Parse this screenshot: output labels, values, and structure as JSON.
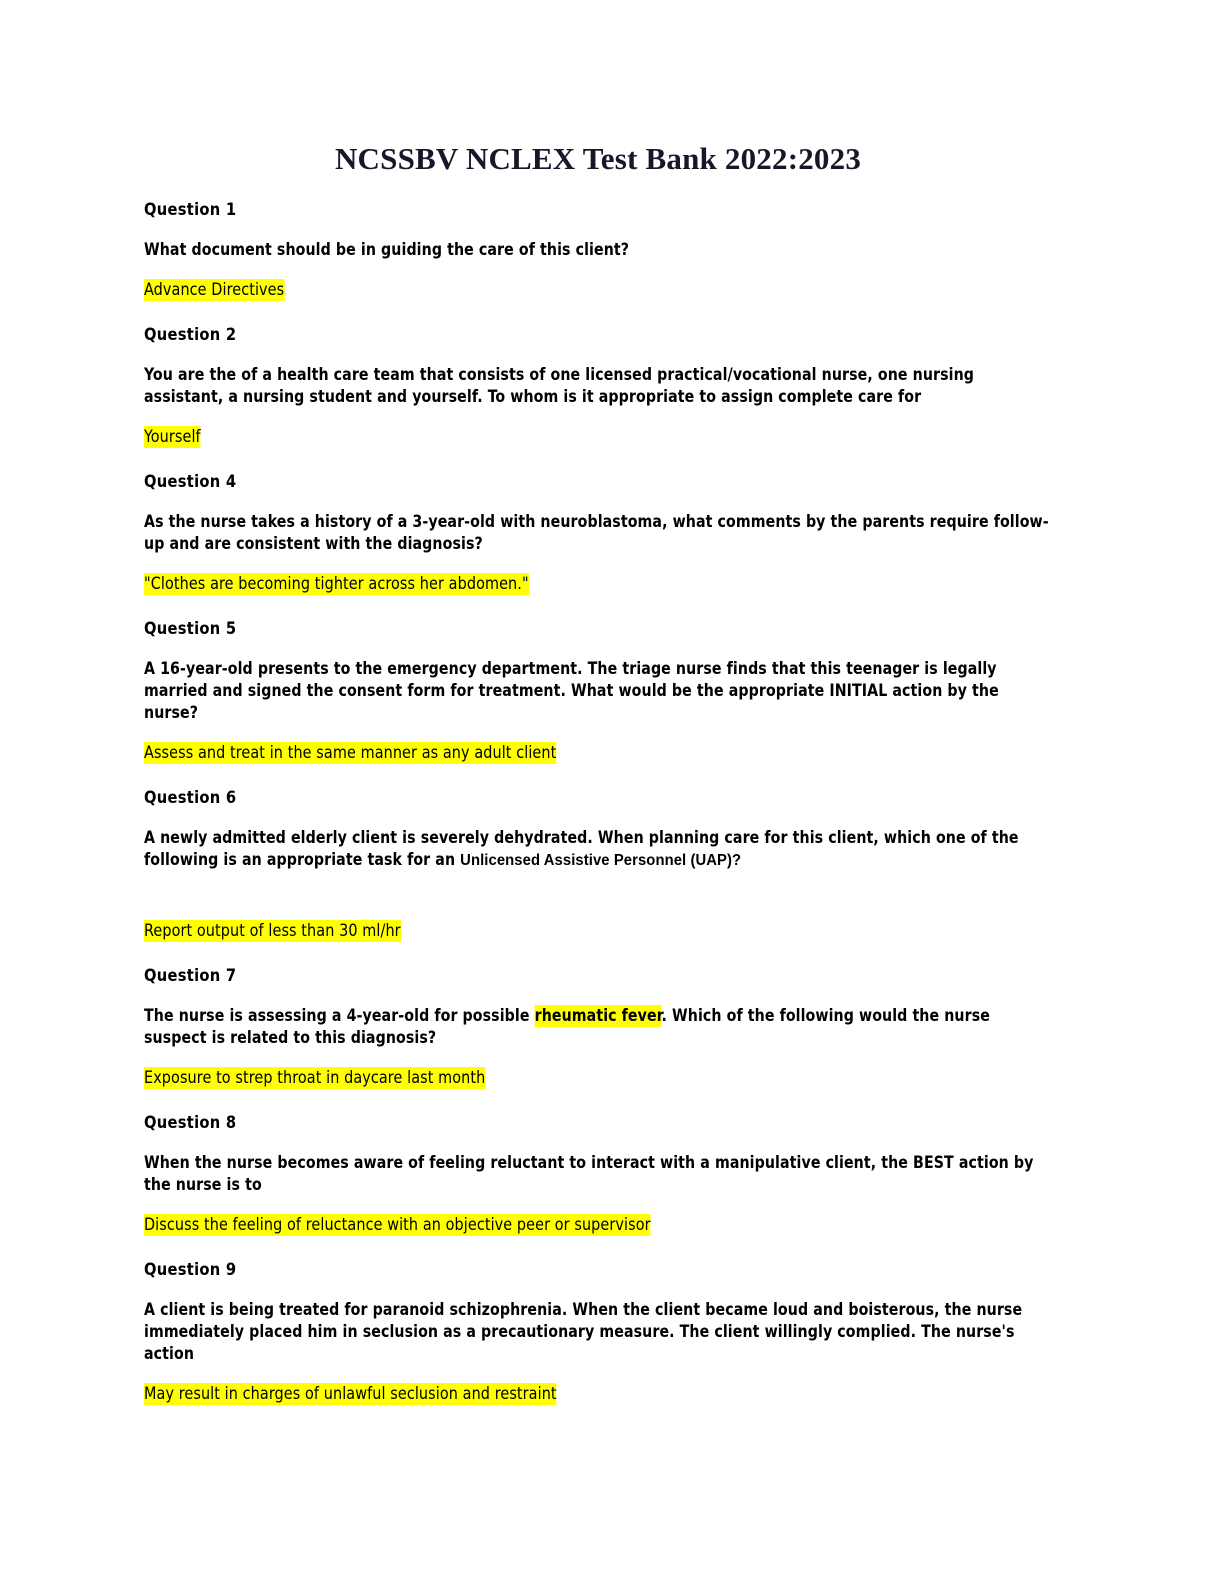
{
  "document": {
    "title": "NCSSBV NCLEX Test Bank 2022:2023",
    "highlight_color": "#ffff00",
    "text_color": "#000000",
    "page_background": "#ffffff"
  },
  "questions": [
    {
      "heading": "Question 1",
      "body": "What document should be in guiding the care of this client?",
      "answer": "Advance Directives"
    },
    {
      "heading": "Question 2",
      "body": "You are the of a health care team that consists of one licensed practical/vocational nurse, one nursing assistant, a nursing student and yourself. To whom is it appropriate to assign complete care for",
      "answer": "Yourself"
    },
    {
      "heading": "Question 4",
      "body": "As the nurse takes a history of a 3-year-old with neuroblastoma, what comments by the parents require follow-up and are consistent with the diagnosis?",
      "answer": "\"Clothes are becoming tighter across her abdomen.\""
    },
    {
      "heading": "Question 5",
      "body": "A 16-year-old presents to the emergency department. The triage nurse finds that this teenager is legally married and signed the consent form for treatment. What would be the appropriate INITIAL action by the nurse?",
      "answer": "Assess and treat in the same manner as any adult client"
    },
    {
      "heading": "Question 6",
      "body_part1": "A newly admitted elderly client is severely dehydrated. When planning care for this client, which one of the following is an appropriate task for an ",
      "body_part2": "Unlicensed Assistive Personnel (UAP)?",
      "answer": "Report output of less than 30 ml/hr"
    },
    {
      "heading": "Question 7",
      "body_part1": "The nurse is assessing a 4-year-old for possible ",
      "body_highlight": "rheumatic fever",
      "body_part2": ". Which of the following would the nurse suspect is related to this diagnosis?",
      "answer": "Exposure to strep throat in daycare last month"
    },
    {
      "heading": "Question 8",
      "body": "When the nurse becomes aware of feeling reluctant to interact with a manipulative client, the BEST action by the nurse is to",
      "answer": "Discuss the feeling of reluctance with an objective peer or supervisor"
    },
    {
      "heading": "Question 9",
      "body": "A client is being treated for paranoid schizophrenia. When the client became loud and boisterous, the nurse immediately placed him in seclusion as a precautionary measure. The client willingly complied. The nurse's action",
      "answer": "May result in charges of unlawful seclusion and restraint"
    }
  ]
}
